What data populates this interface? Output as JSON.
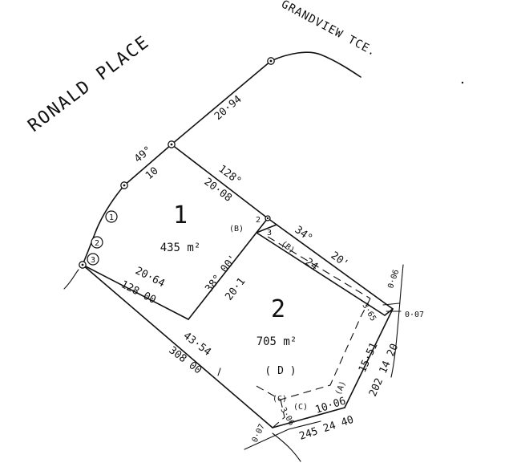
{
  "streets": {
    "ronald": "RONALD  PLACE",
    "grandview": "GRANDVIEW  TCE."
  },
  "lots": [
    {
      "number": "1",
      "area": "435 m²"
    },
    {
      "number": "2",
      "area": "705 m²",
      "easement": "( D )"
    }
  ],
  "dimensions": {
    "frontage_top": "20·94",
    "frontage_bearing": "49°",
    "frontage_short": "10",
    "lot1_top": "20·08",
    "lot1_top_bearing": "128°",
    "lot1_left": "20·64",
    "lot1_left_bearing": "128 00",
    "lot1_right": "20·1",
    "lot1_right_bearing": "38° 00'",
    "lot2_top": "24",
    "lot2_top_bearing": "34°",
    "lot2_top_bearing2": "20'",
    "lot2_right": "15·51",
    "lot2_right_bearing": "202 14 20",
    "lot2_bottom": "10·06",
    "lot2_bottom_bearing": "245 24 40",
    "lot2_left": "43·54",
    "lot2_left_bearing": "308 00",
    "offset_a": "0·06",
    "offset_b": "0·07",
    "offset_c": "0·07",
    "offset_d": "3·65",
    "offset_e": "3·06"
  },
  "labels": {
    "easement_a": "(A)",
    "easement_b": "(B)",
    "easement_b_side": "(B)",
    "easement_c": "(C)",
    "easement_c2": "(C)",
    "circle_1": "1",
    "circle_2": "2",
    "circle_3": "3",
    "circle_2b": "2",
    "circle_3b": "3"
  }
}
